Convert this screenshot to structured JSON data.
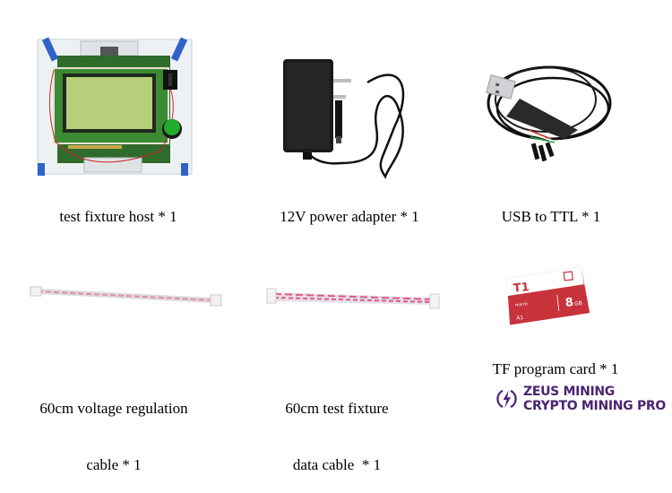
{
  "items": [
    {
      "name": "test fixture host",
      "caption": "test fixture host * 1",
      "icon": "test-fixture-host-photo"
    },
    {
      "name": "12V power adapter",
      "caption": "12V power adapter * 1",
      "icon": "power-adapter-photo"
    },
    {
      "name": "USB to TTL",
      "caption": "USB to TTL * 1",
      "icon": "usb-ttl-cable-photo"
    },
    {
      "name": "60cm voltage regulation cable",
      "caption_line1": "60cm voltage regulation",
      "caption_line2": "cable * 1",
      "icon": "voltage-regulation-cable-photo"
    },
    {
      "name": "60cm test fixture data cable",
      "caption_line1": "60cm test fixture",
      "caption_line2": "data cable  * 1",
      "icon": "data-cable-photo"
    },
    {
      "name": "TF program card",
      "caption": "TF program card * 1",
      "icon": "tf-card-photo",
      "card_label": "T1",
      "card_capacity": "8",
      "card_unit": "GB",
      "card_class": "A1"
    }
  ],
  "watermark": {
    "line1": "ZEUS MINING",
    "line2": "CRYPTO MINING PRO",
    "icon": "lightning-bolt-icon",
    "color": "#4b2371"
  },
  "colors": {
    "pcb_green": "#2f6b2a",
    "lcd_green": "#b6cf7a",
    "spacer_blue": "#2f63c9",
    "button_green": "#1fae2c",
    "card_red": "#c8323b",
    "ribbon_pink": "#e48aa6"
  }
}
